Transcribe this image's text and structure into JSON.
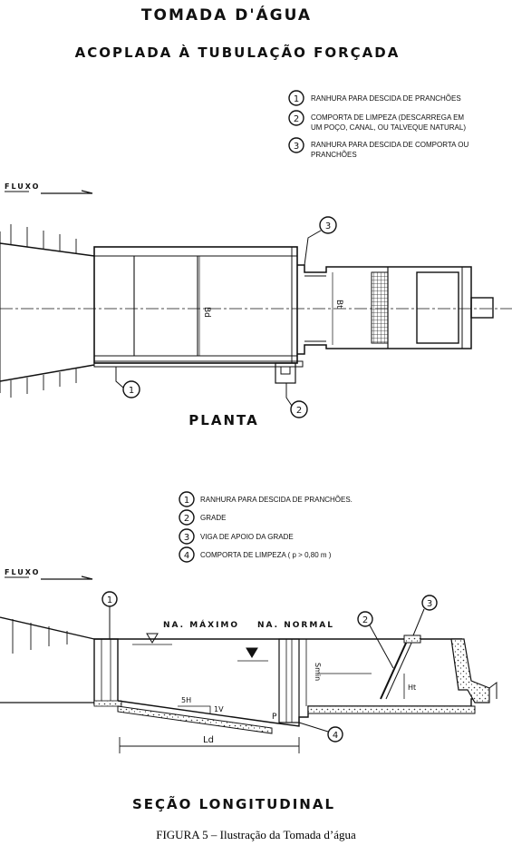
{
  "title": "TOMADA D'ÁGUA",
  "subtitle": "ACOPLADA À TUBULAÇÃO FORÇADA",
  "plan": {
    "flow_label": "FLUXO",
    "view_title": "PLANTA",
    "dim_bd": "Bd",
    "dim_bt": "Bt",
    "legend": [
      {
        "num": "1",
        "text": "RANHURA PARA DESCIDA DE PRANCHÕES"
      },
      {
        "num": "2",
        "text_line1": "COMPORTA DE LIMPEZA (DESCARREGA EM",
        "text_line2": "UM POÇO, CANAL, OU TALVEQUE NATURAL)"
      },
      {
        "num": "3",
        "text_line1": "RANHURA PARA DESCIDA DE COMPORTA OU",
        "text_line2": "PRANCHÕES"
      }
    ],
    "callouts": [
      "1",
      "2",
      "3"
    ]
  },
  "section": {
    "flow_label": "FLUXO",
    "view_title": "SEÇÃO LONGITUDINAL",
    "na_max": "NA. MÁXIMO",
    "na_normal": "NA. NORMAL",
    "slope_h": "5H",
    "slope_v": "1V",
    "dim_ld": "Ld",
    "dim_p": "P",
    "dim_smin": "Smin",
    "dim_ht": "Ht",
    "legend": [
      {
        "num": "1",
        "text": "RANHURA PARA DESCIDA DE PRANCHÕES."
      },
      {
        "num": "2",
        "text": "GRADE"
      },
      {
        "num": "3",
        "text": "VIGA DE APOIO DA GRADE"
      },
      {
        "num": "4",
        "text": "COMPORTA DE LIMPEZA ( p > 0,80 m )"
      }
    ],
    "callouts": [
      "1",
      "2",
      "3",
      "4"
    ]
  },
  "caption": "FIGURA 5 – Ilustração da Tomada d’água"
}
